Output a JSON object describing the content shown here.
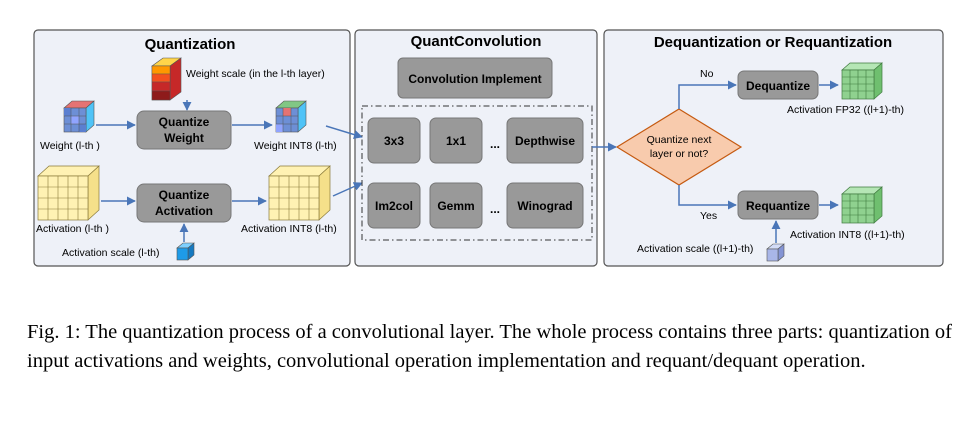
{
  "panels": {
    "quantization": {
      "title": "Quantization"
    },
    "quant_convolution": {
      "title": "QuantConvolution"
    },
    "dequant_requant": {
      "title": "Dequantization or Requantization"
    }
  },
  "quantization": {
    "weight_scale_label": "Weight scale (in the l-th layer)",
    "quantize_weight_line1": "Quantize",
    "quantize_weight_line2": "Weight",
    "weight_label": "Weight (l-th )",
    "weight_int8_label": "Weight INT8 (l-th)",
    "quantize_activation_line1": "Quantize",
    "quantize_activation_line2": "Activation",
    "activation_label": "Activation (l-th )",
    "activation_int8_label": "Activation INT8 (l-th)",
    "activation_scale_label": "Activation scale (l-th)"
  },
  "quant_convolution": {
    "implement_label": "Convolution Implement",
    "row1": [
      "3x3",
      "1x1",
      "Depthwise"
    ],
    "row2": [
      "Im2col",
      "Gemm",
      "Winograd"
    ],
    "ellipsis": "..."
  },
  "dequant_requant": {
    "decision_line1": "Quantize next",
    "decision_line2": "layer or not?",
    "no_label": "No",
    "yes_label": "Yes",
    "dequantize_label": "Dequantize",
    "requantize_label": "Requantize",
    "activation_fp32_label": "Activation FP32 ((l+1)-th)",
    "activation_int8_label": "Activation INT8 ((l+1)-th)",
    "activation_scale_label": "Activation scale ((l+1)-th)"
  },
  "caption": "Fig. 1: The quantization process of a convolutional layer. The whole process contains three parts: quantization of input activations and weights, convolutional operation implementation and requant/dequant operation.",
  "colors": {
    "panel_fill": "#eef1f8",
    "panel_border": "#555555",
    "box_fill": "#999999",
    "decision_fill": "#f8cbad",
    "decision_border": "#c55a11",
    "arrow": "#4a76b8",
    "weight_cube": "#6d8fd6",
    "activation_cube": "#fff2b3",
    "green_cube": "#8fd18f",
    "scale_blue": "#1e9be8",
    "scale_lilac": "#a9b6e8"
  }
}
